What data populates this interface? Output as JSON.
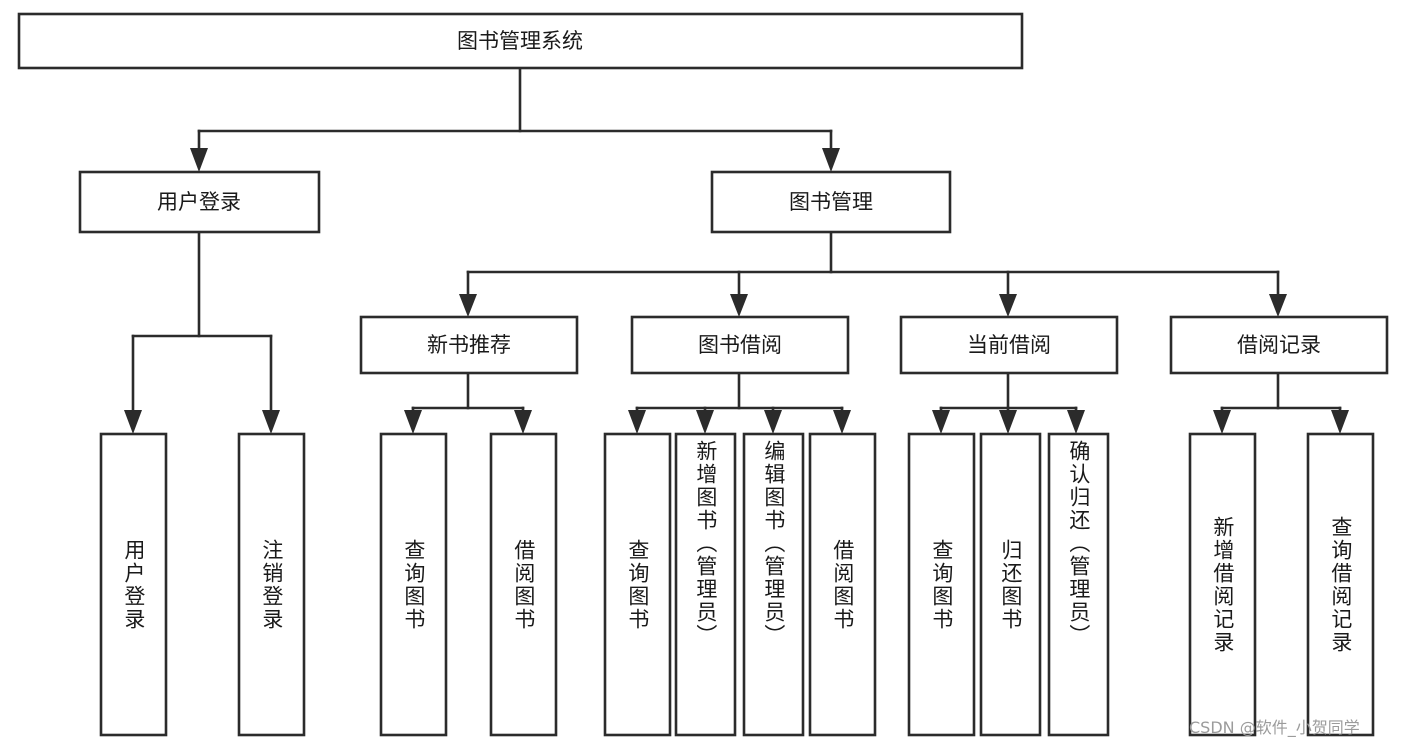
{
  "diagram": {
    "type": "tree-flowchart",
    "title_node": {
      "id": "root",
      "label": "图书管理系统"
    },
    "level2": [
      {
        "id": "user-login",
        "label": "用户登录"
      },
      {
        "id": "book-manage",
        "label": "图书管理"
      }
    ],
    "level3": [
      {
        "id": "new-book-rec",
        "label": "新书推荐",
        "parent": "book-manage"
      },
      {
        "id": "book-borrow",
        "label": "图书借阅",
        "parent": "book-manage"
      },
      {
        "id": "current-borrow",
        "label": "当前借阅",
        "parent": "book-manage"
      },
      {
        "id": "borrow-record",
        "label": "借阅记录",
        "parent": "book-manage"
      }
    ],
    "leaves": [
      {
        "id": "leaf-user-login",
        "label": "用户登录",
        "parent": "user-login"
      },
      {
        "id": "leaf-logout",
        "label": "注销登录",
        "parent": "user-login"
      },
      {
        "id": "leaf-query-book-1",
        "label": "查询图书",
        "parent": "new-book-rec"
      },
      {
        "id": "leaf-borrow-book-1",
        "label": "借阅图书",
        "parent": "new-book-rec"
      },
      {
        "id": "leaf-query-book-2",
        "label": "查询图书",
        "parent": "book-borrow"
      },
      {
        "id": "leaf-add-book",
        "label": "新增图书（管理员）",
        "parent": "book-borrow"
      },
      {
        "id": "leaf-edit-book",
        "label": "编辑图书（管理员）",
        "parent": "book-borrow"
      },
      {
        "id": "leaf-borrow-book-2",
        "label": "借阅图书",
        "parent": "book-borrow"
      },
      {
        "id": "leaf-query-book-3",
        "label": "查询图书",
        "parent": "current-borrow"
      },
      {
        "id": "leaf-return-book",
        "label": "归还图书",
        "parent": "current-borrow"
      },
      {
        "id": "leaf-confirm-return",
        "label": "确认归还（管理员）",
        "parent": "current-borrow"
      },
      {
        "id": "leaf-add-record",
        "label": "新增借阅记录",
        "parent": "borrow-record"
      },
      {
        "id": "leaf-query-record",
        "label": "查询借阅记录",
        "parent": "borrow-record"
      }
    ],
    "colors": {
      "stroke": "#2b2b2b",
      "fill": "#ffffff",
      "text": "#1a1a1a",
      "watermark": "#9b9b9b"
    }
  },
  "watermark": {
    "text": "CSDN @软件_小贺同学"
  }
}
